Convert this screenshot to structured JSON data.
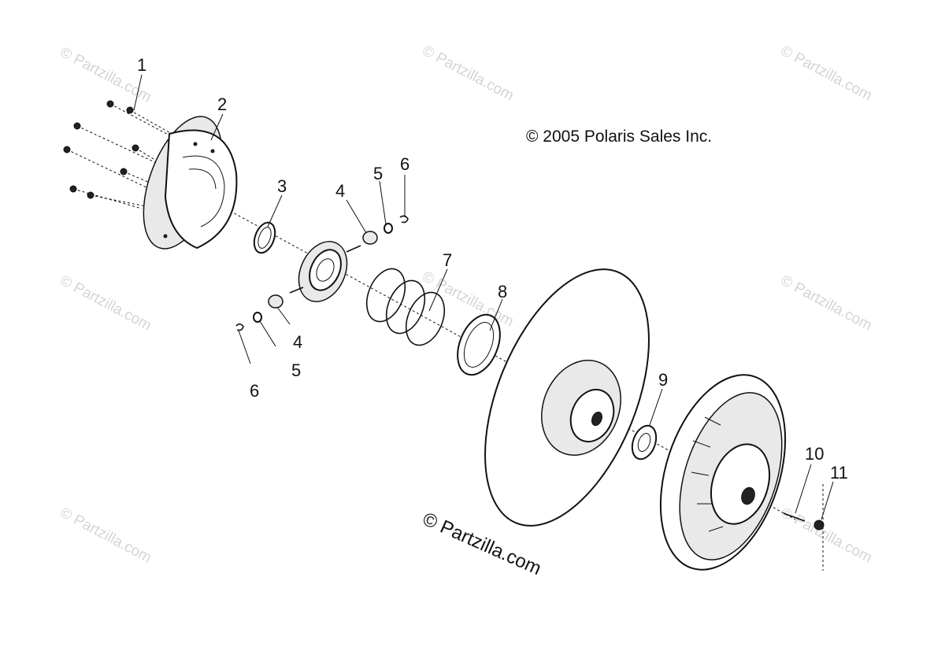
{
  "diagram": {
    "copyright": "© 2005 Polaris Sales Inc.",
    "watermark_main": "© Partzilla.com",
    "watermark_faint": "© Partzilla.com",
    "callouts": {
      "c1": "1",
      "c2": "2",
      "c3": "3",
      "c4a": "4",
      "c4b": "4",
      "c5a": "5",
      "c5b": "5",
      "c6a": "6",
      "c6b": "6",
      "c7": "7",
      "c8": "8",
      "c9": "9",
      "c10": "10",
      "c11": "11"
    }
  }
}
